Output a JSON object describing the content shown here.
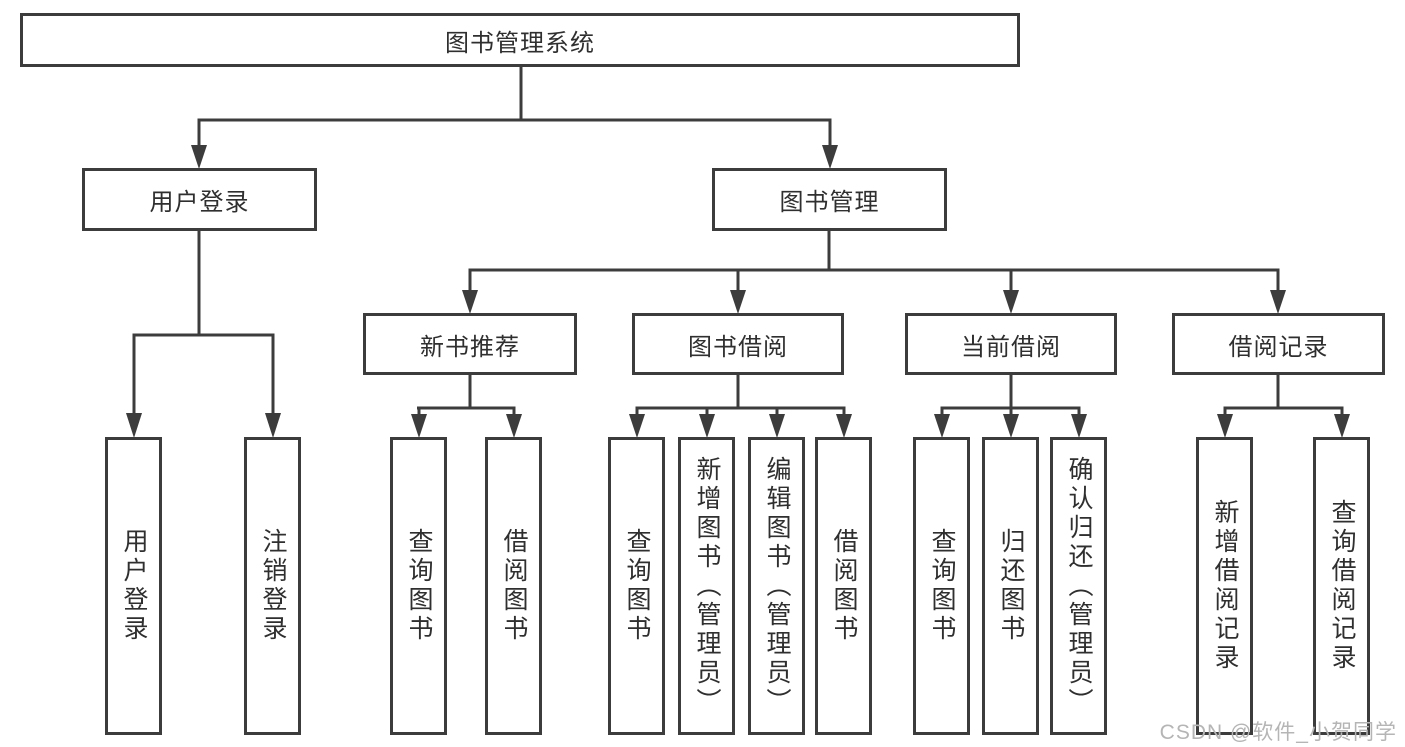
{
  "diagram": {
    "root": "图书管理系统",
    "branches": [
      {
        "label": "用户登录",
        "children": [
          "用户登录",
          "注销登录"
        ]
      },
      {
        "label": "图书管理",
        "sections": [
          {
            "label": "新书推荐",
            "children": [
              "查询图书",
              "借阅图书"
            ]
          },
          {
            "label": "图书借阅",
            "children": [
              "查询图书",
              "新增图书（管理员）",
              "编辑图书（管理员）",
              "借阅图书"
            ]
          },
          {
            "label": "当前借阅",
            "children": [
              "查询图书",
              "归还图书",
              "确认归还（管理员）"
            ]
          },
          {
            "label": "借阅记录",
            "children": [
              "新增借阅记录",
              "查询借阅记录"
            ]
          }
        ]
      }
    ],
    "line_color": "#3c3c3c"
  },
  "watermark": "CSDN @软件_小贺同学"
}
